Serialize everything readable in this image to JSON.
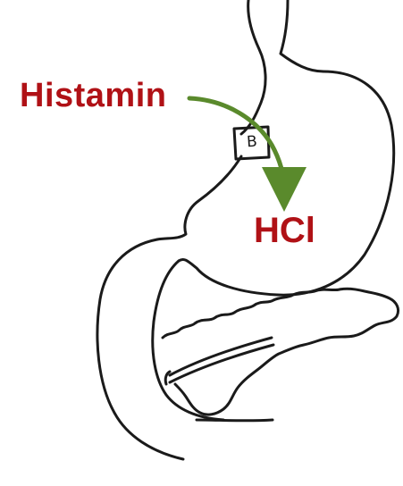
{
  "labels": {
    "stimulus": "Histamin",
    "product": "HCl",
    "receptor_marker": "B"
  },
  "colors": {
    "label_text": "#b01116",
    "arrow": "#5a8a2c",
    "outline": "#1a1a1a",
    "background": "#ffffff"
  }
}
